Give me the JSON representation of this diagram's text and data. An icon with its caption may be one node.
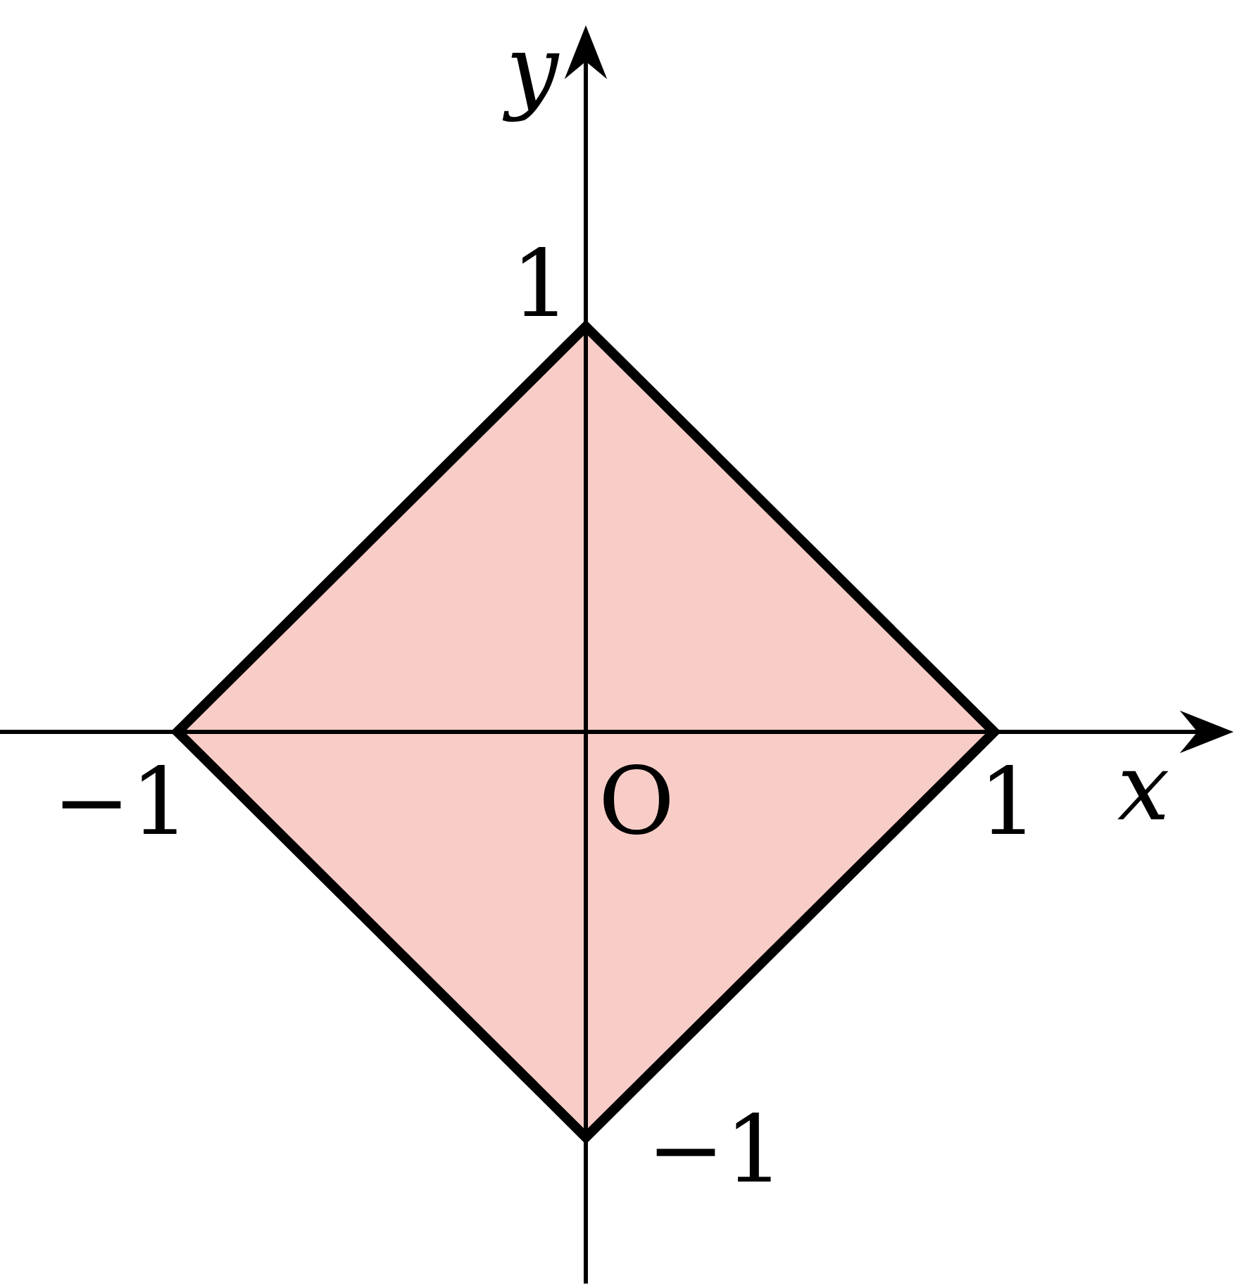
{
  "diagram": {
    "labels": [
      "y",
      "1",
      "−1",
      "O",
      "1",
      "x",
      "−1"
    ]
  }
}
